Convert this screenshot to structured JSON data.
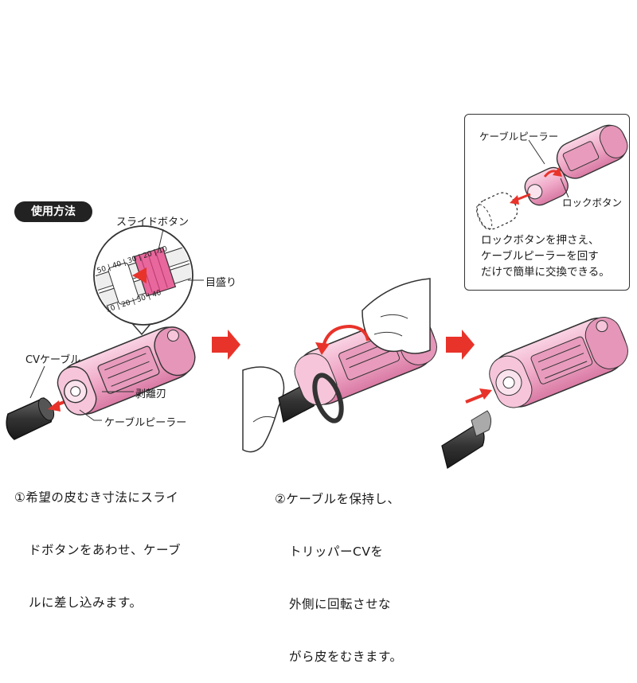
{
  "badge": {
    "usage": "使用方法"
  },
  "step1": {
    "labels": {
      "slide_button": "スライドボタン",
      "scale": "目盛り",
      "cv_cable": "CVケーブル",
      "stripping_blade": "剥離刃",
      "cable_peeler": "ケーブルピーラー"
    },
    "scale_numbers": [
      "50",
      "40",
      "30",
      "20",
      "10",
      "10",
      "20",
      "30",
      "40"
    ],
    "caption": [
      "①希望の皮むき寸法にスライ",
      "ドボタンをあわせ、ケーブ",
      "ルに差し込みます。"
    ]
  },
  "step2": {
    "caption": [
      "②ケーブルを保持し、",
      "トリッパーCVを",
      "外側に回転させな",
      "がら皮をむきます。"
    ]
  },
  "inset": {
    "labels": {
      "cable_peeler": "ケーブルピーラー",
      "lock_button": "ロックボタン"
    },
    "caption": [
      "ロックボタンを押さえ、",
      "ケーブルピーラーを回す",
      "だけで簡単に交換できる。"
    ]
  },
  "colors": {
    "tool_pink": "#f3b3cf",
    "tool_dark_pink": "#d9709e",
    "arrow_red": "#e8332a",
    "badge_bg": "#222222"
  }
}
